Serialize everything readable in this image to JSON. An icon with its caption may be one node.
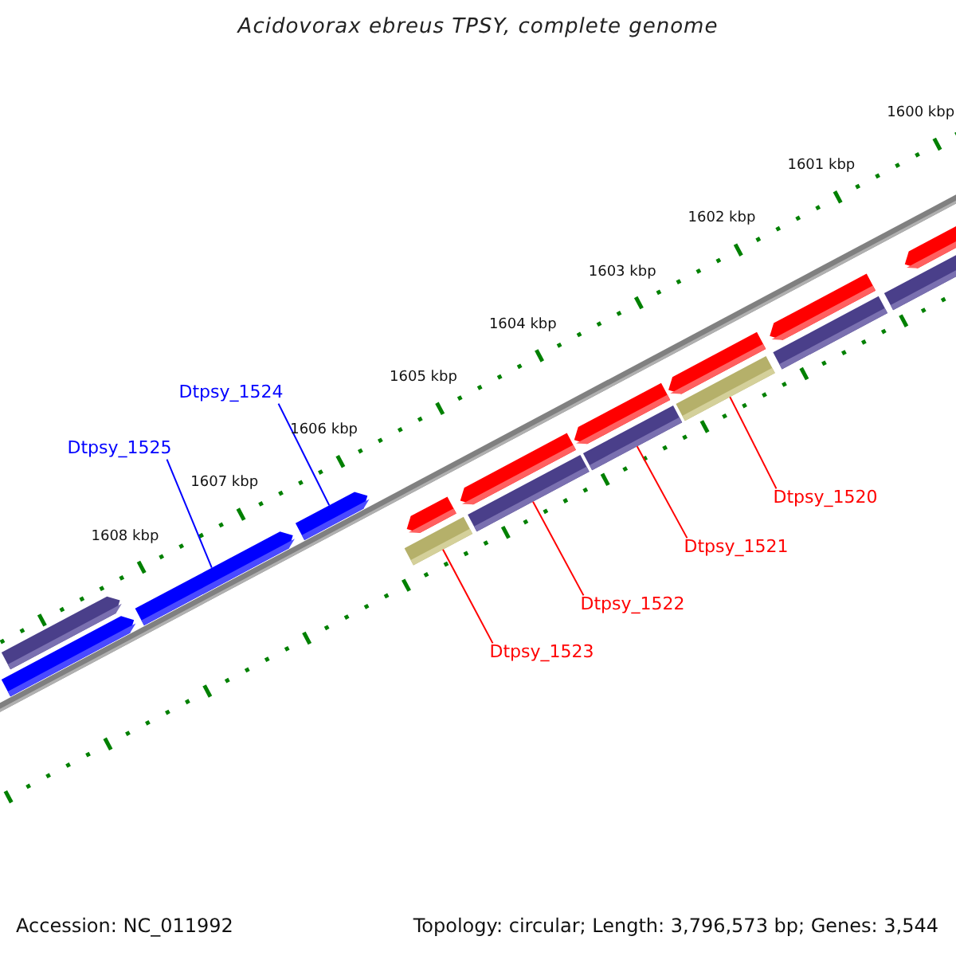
{
  "diagram": {
    "title": "Acidovorax ebreus TPSY, complete genome",
    "nodes": [
      {
        "text": [
          "Dtpsy_1524"
        ]
      },
      {
        "text": [
          "Dtpsy_1525"
        ]
      },
      {
        "text": [
          "Dtpsy_1520"
        ]
      },
      {
        "text": [
          "Dtpsy_1521"
        ]
      },
      {
        "text": [
          "Dtpsy_1522"
        ]
      },
      {
        "text": [
          "Dtpsy_1523"
        ]
      },
      {
        "text": [],
        "shape": "bar"
      },
      {
        "text": [],
        "shape": "bar"
      },
      {
        "text": [],
        "shape": "bar"
      },
      {
        "text": [],
        "shape": "bar"
      },
      {
        "text": [],
        "shape": "bar"
      },
      {
        "text": [],
        "shape": "bar"
      },
      {
        "text": [],
        "shape": "bar"
      },
      {
        "text": [],
        "shape": "bar"
      },
      {
        "text": [],
        "shape": "bar"
      },
      {
        "text": [],
        "shape": "bar"
      },
      {
        "text": [],
        "shape": "bar"
      },
      {
        "text": [],
        "shape": "bar"
      },
      {
        "text": [],
        "shape": "bar"
      },
      {
        "text": [],
        "shape": "bar"
      },
      {
        "text": [],
        "shape": "bar"
      },
      {
        "text": [],
        "shape": "bar"
      }
    ],
    "edges": [
      {
        "from": 0,
        "to": 9,
        "arrow": "none",
        "color": "#0000ff"
      },
      {
        "from": 1,
        "to": 8,
        "arrow": "none",
        "color": "#0000ff"
      },
      {
        "from": 2,
        "to": 17,
        "arrow": "none"
      },
      {
        "from": 3,
        "to": 15,
        "arrow": "none"
      },
      {
        "from": 4,
        "to": 13,
        "arrow": "none"
      },
      {
        "from": 5,
        "to": 11,
        "arrow": "none"
      }
    ],
    "labels": [
      "1600 kbp",
      "1601 kbp",
      "1602 kbp",
      "1603 kbp",
      "1604 kbp",
      "1605 kbp",
      "1606 kbp",
      "1607 kbp",
      "1608 kbp",
      "Accession: NC_011992",
      "Topology: circular; Length: 3,796,573 bp; Genes: 3,544"
    ]
  }
}
